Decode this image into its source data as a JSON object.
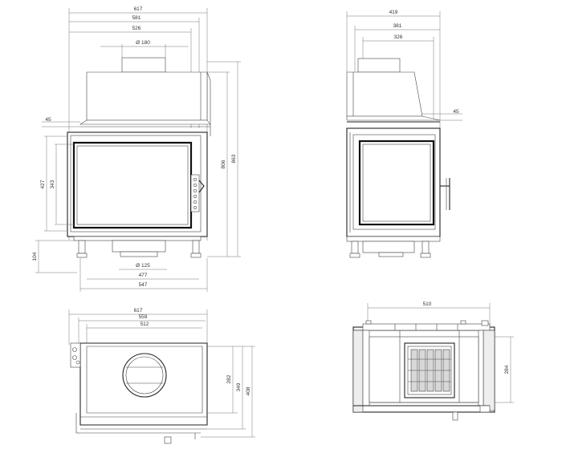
{
  "front_view": {
    "dims": {
      "w_total": "617",
      "w_581": "581",
      "w_526": "526",
      "flue_diameter": "Ø 180",
      "h_45": "45",
      "h_427": "427",
      "h_343": "343",
      "h_104": "104",
      "h_806": "806",
      "h_863": "863",
      "bottom_diameter": "Ø 125",
      "w_477": "477",
      "w_547": "547"
    }
  },
  "side_view": {
    "dims": {
      "w_419": "419",
      "w_381": "381",
      "w_326": "326",
      "h_45": "45"
    }
  },
  "top_view": {
    "dims": {
      "w_617": "617",
      "w_559": "559",
      "w_512": "512",
      "h_282": "282",
      "h_349": "349",
      "h_408": "408"
    }
  },
  "section_view": {
    "dims": {
      "w_510": "510",
      "h_284": "284"
    }
  }
}
